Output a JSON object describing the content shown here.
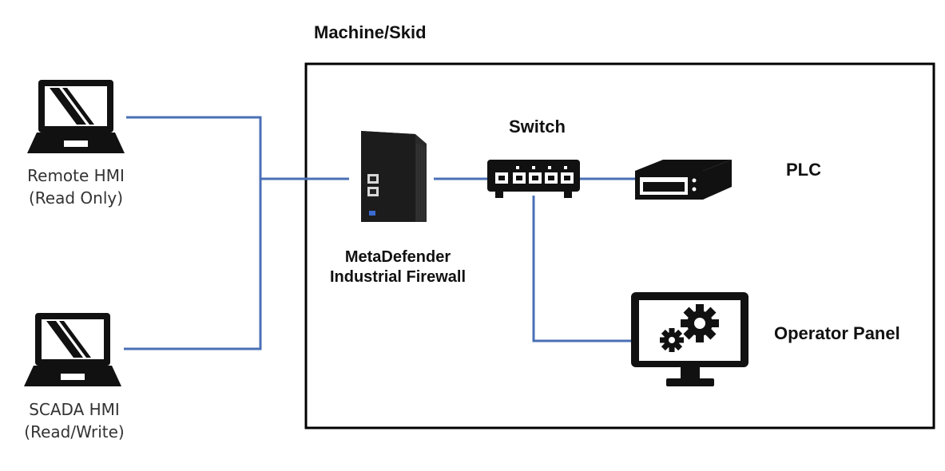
{
  "machine_label": "Machine/Skid",
  "nodes": {
    "remote_hmi": {
      "line1": "Remote HMI",
      "line2": "(Read Only)"
    },
    "scada_hmi": {
      "line1": "SCADA HMI",
      "line2": "(Read/Write)"
    },
    "firewall": {
      "line1": "MetaDefender",
      "line2": "Industrial Firewall"
    },
    "switch": {
      "label": "Switch"
    },
    "plc": {
      "label": "PLC"
    },
    "operator_panel": {
      "label": "Operator Panel"
    }
  },
  "colors": {
    "connection": "#4a6fb5",
    "frame": "#000000",
    "device": "#111111"
  },
  "icons": [
    "laptop-icon",
    "firewall-device-icon",
    "network-switch-icon",
    "plc-icon",
    "monitor-gears-icon"
  ]
}
